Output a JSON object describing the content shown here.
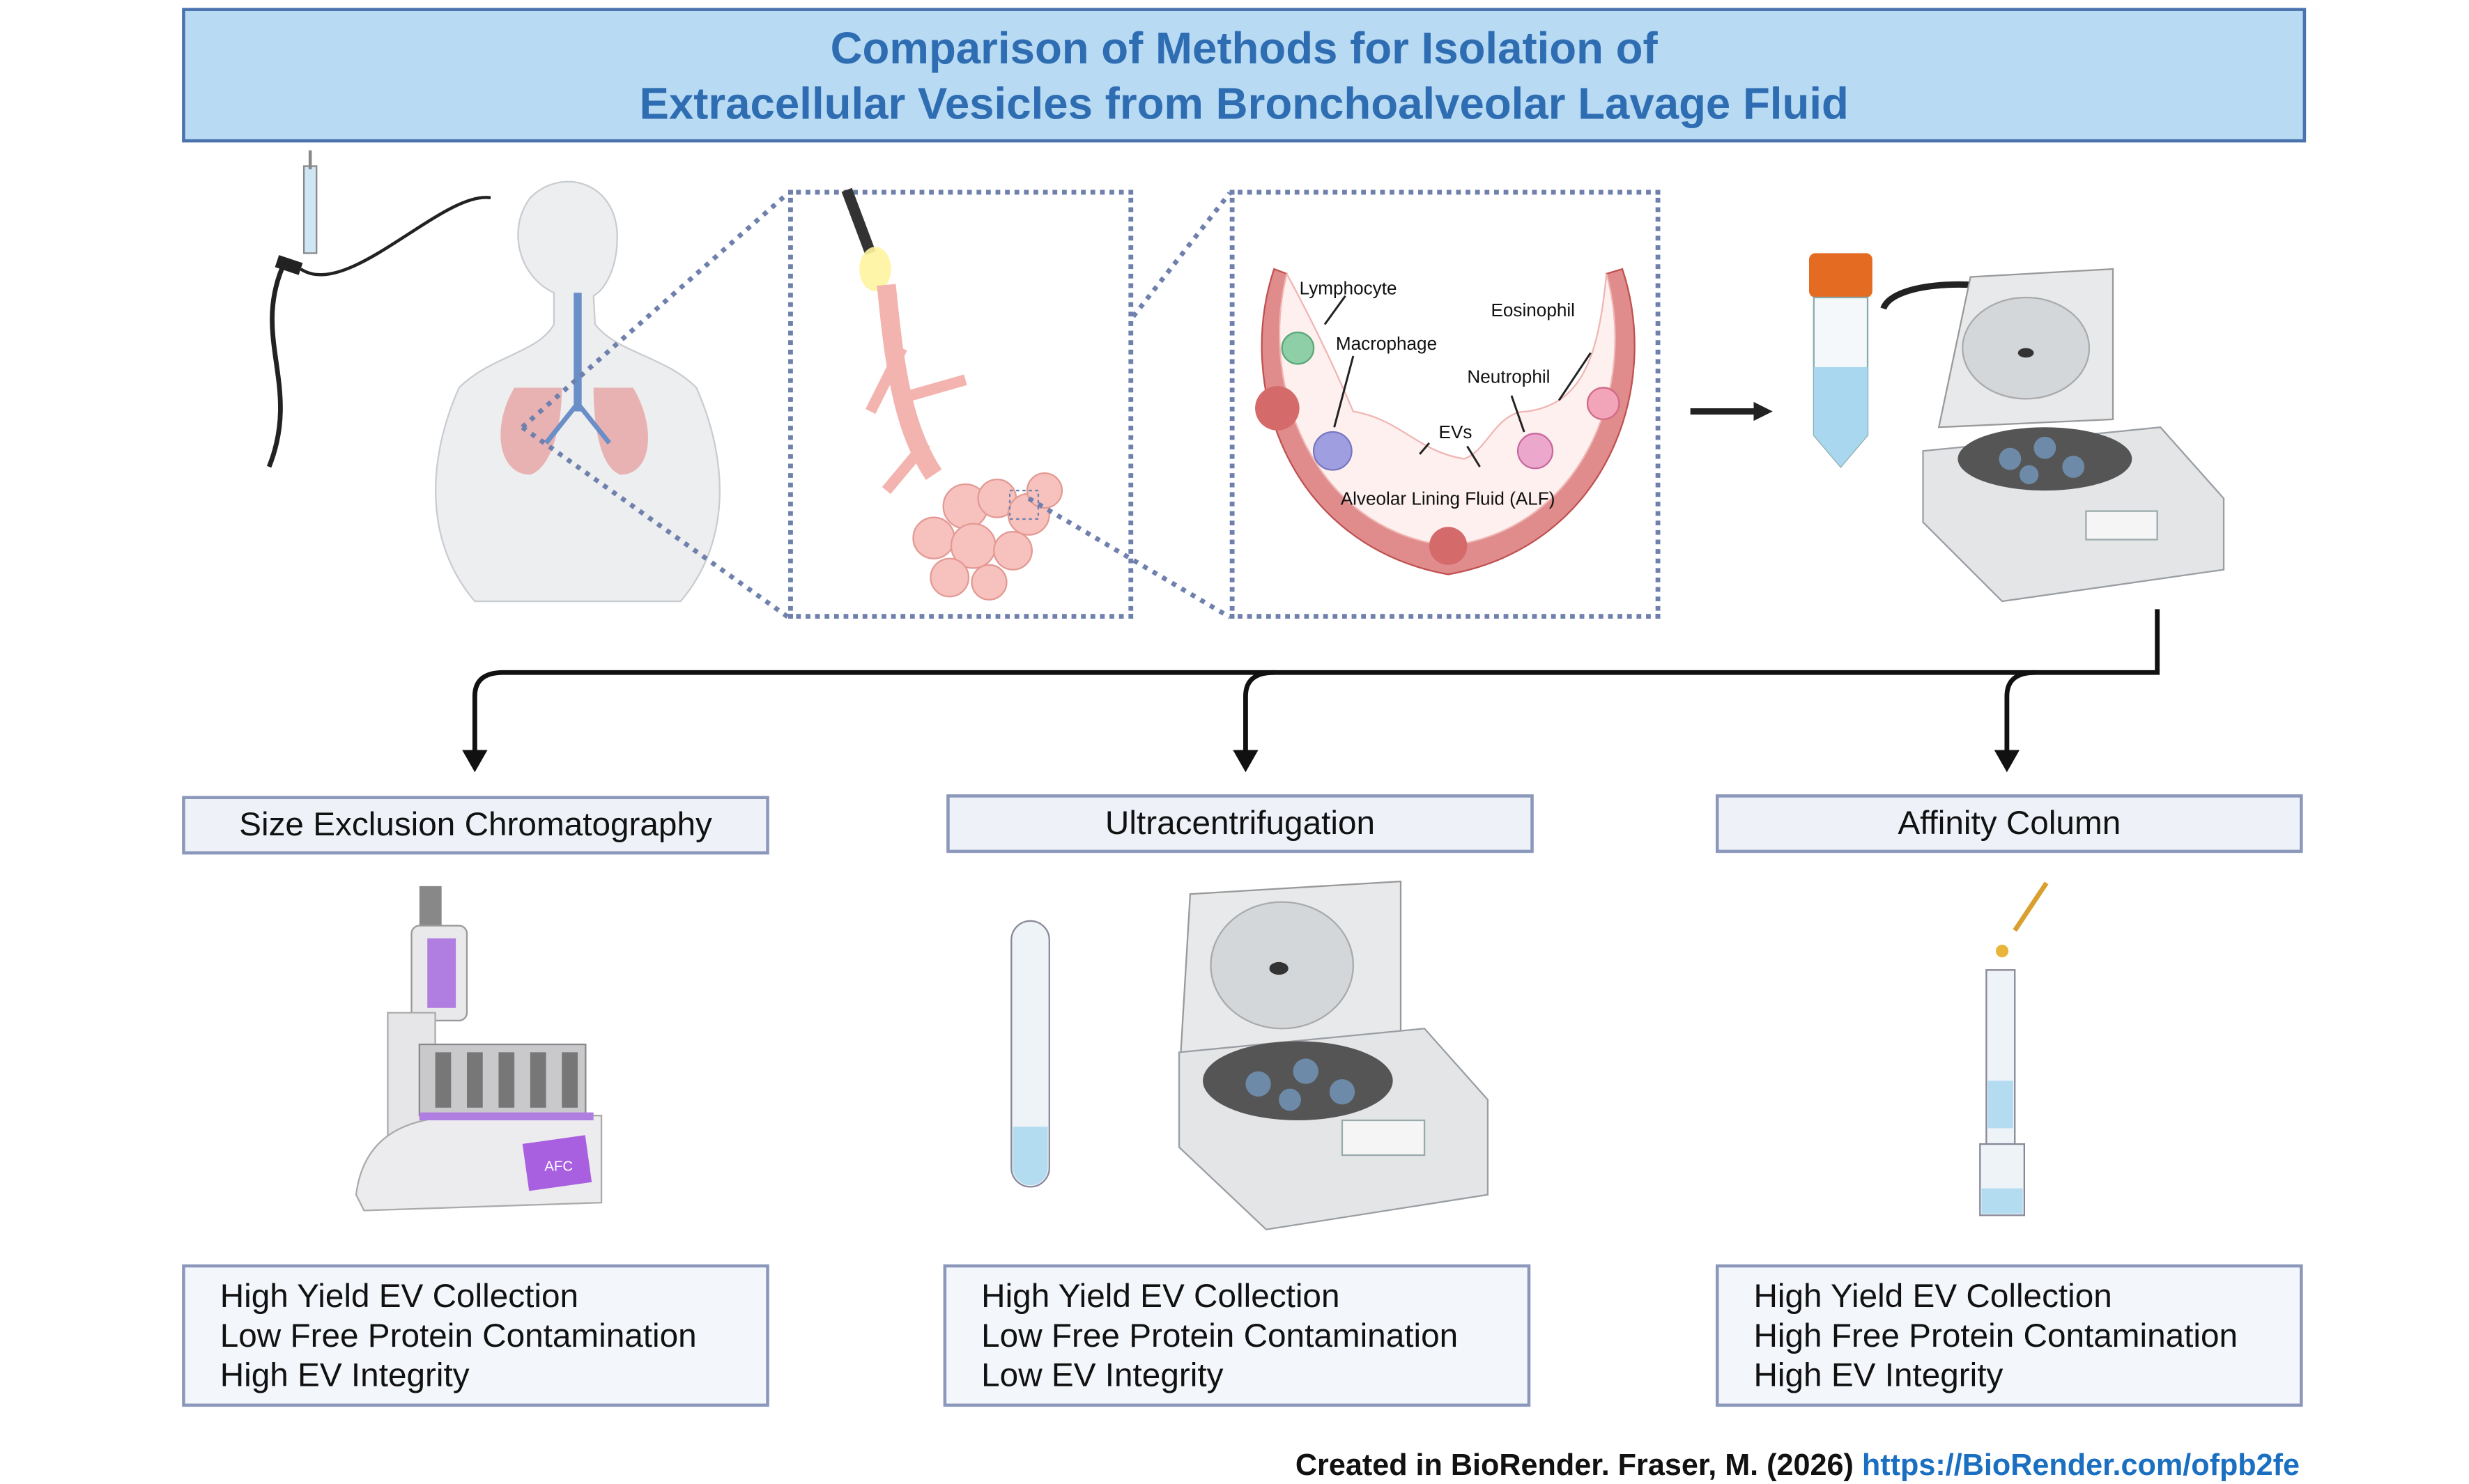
{
  "title": {
    "line1": "Comparison of Methods for Isolation of",
    "line2": "Extracellular Vesicles from Bronchoalveolar Lavage Fluid"
  },
  "alveolus_labels": {
    "lymphocyte": "Lymphocyte",
    "macrophage": "Macrophage",
    "eosinophil": "Eosinophil",
    "neutrophil": "Neutrophil",
    "evs": "EVs",
    "alf": "Alveolar Lining Fluid (ALF)"
  },
  "methods": [
    {
      "name": "Size Exclusion Chromatography",
      "device_label": "AFC",
      "results": [
        "High Yield EV Collection",
        "Low Free Protein Contamination",
        "High EV Integrity"
      ]
    },
    {
      "name": "Ultracentrifugation",
      "results": [
        "High Yield EV Collection",
        "Low Free Protein Contamination",
        "Low EV Integrity"
      ]
    },
    {
      "name": "Affinity Column",
      "results": [
        "High Yield EV Collection",
        "High Free Protein Contamination",
        "High EV Integrity"
      ]
    }
  ],
  "footer": {
    "credit": "Created in BioRender. Fraser, M. (2026)",
    "link": "https://BioRender.com/ofpb2fe"
  },
  "colors": {
    "title_text": "#2f6db3",
    "title_fill": "#b8dbf3",
    "box_border": "#8c98bb",
    "link": "#1a6fc0"
  }
}
